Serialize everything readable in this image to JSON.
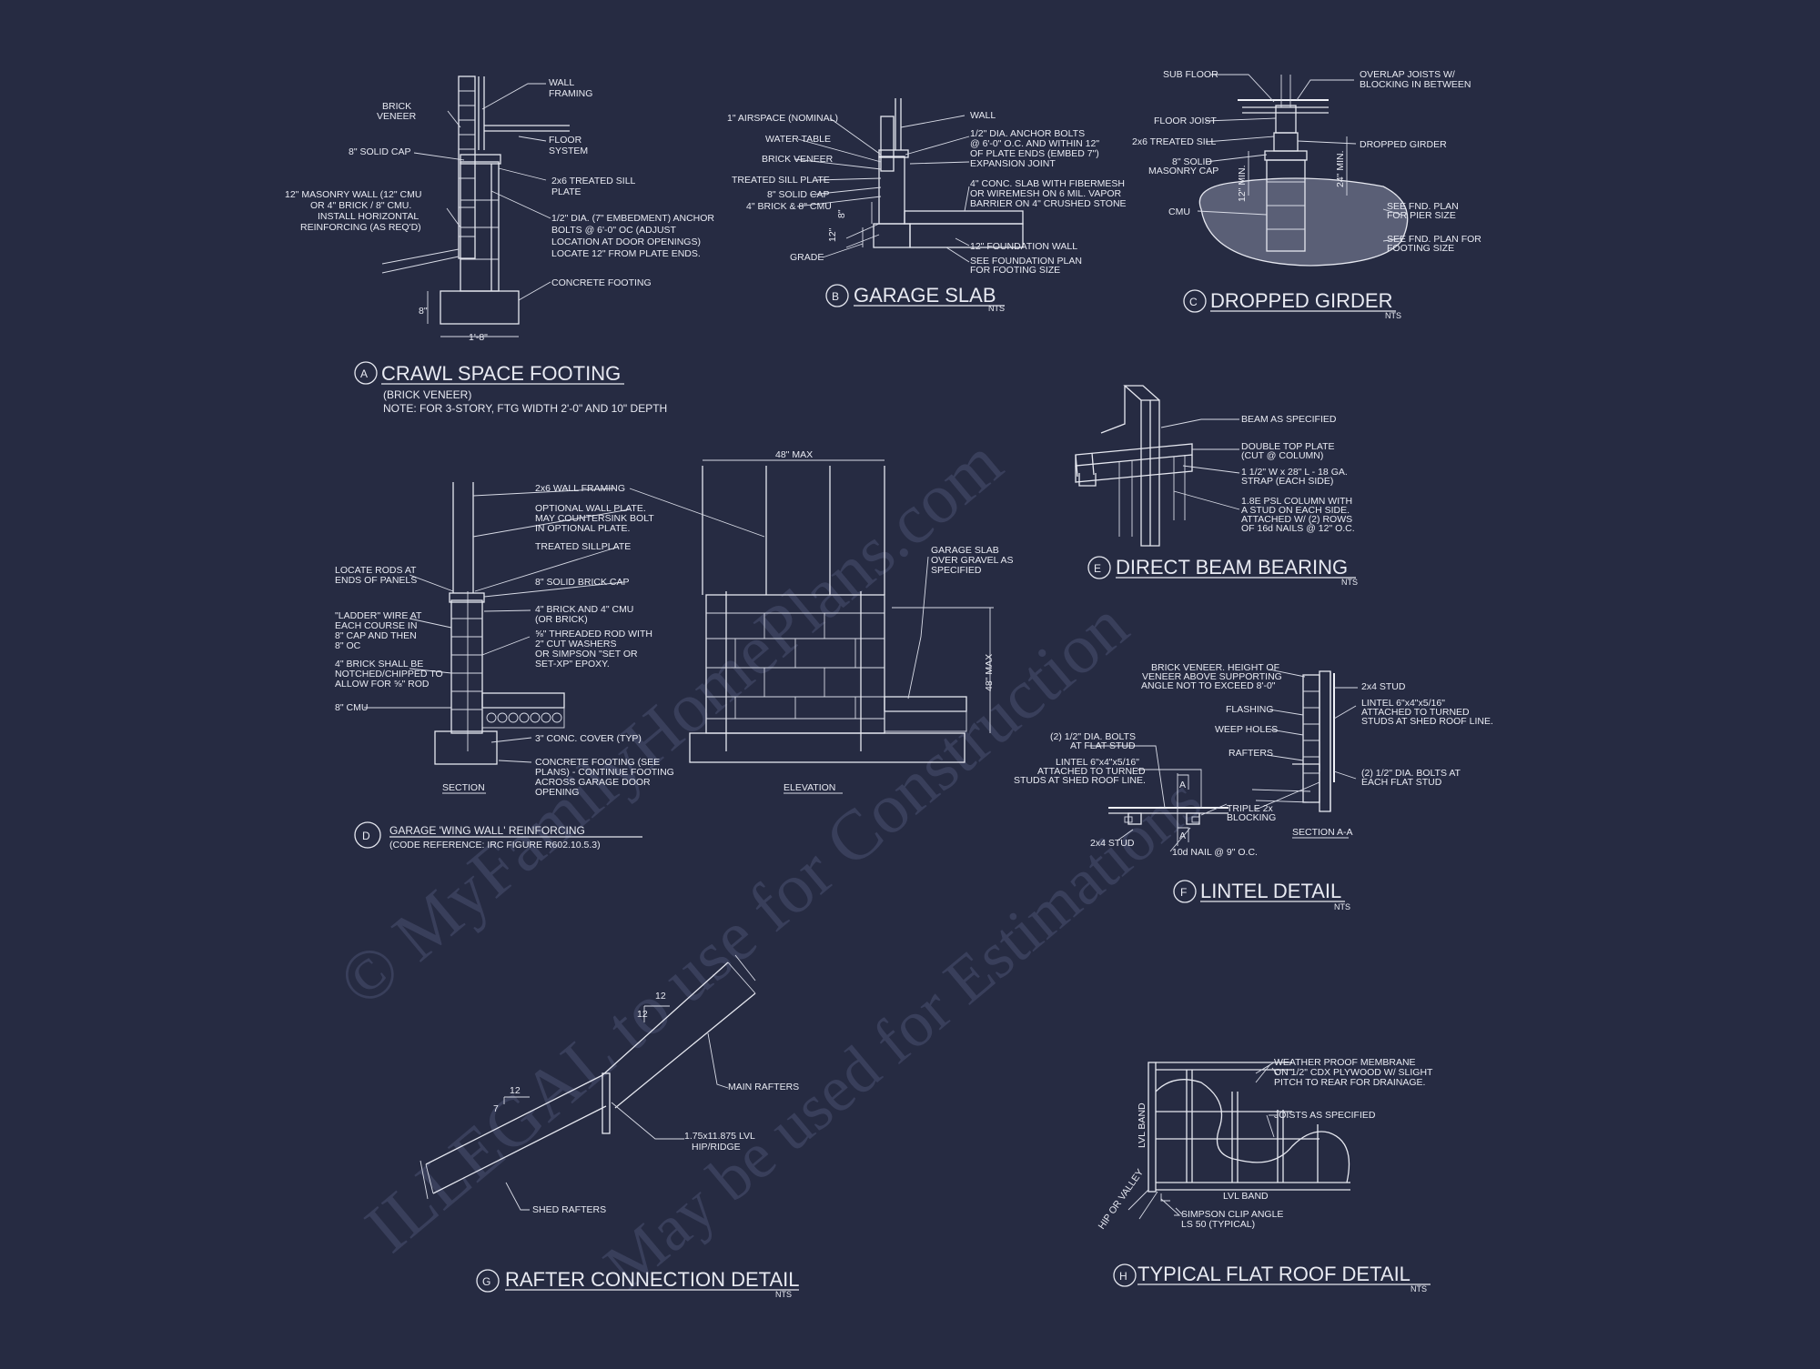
{
  "colors": {
    "background": "#262b42",
    "lines": "#e6e8f0",
    "watermark": "#4a5070"
  },
  "watermark": {
    "line1": "© MyFamilyHomePlans.com",
    "line2": "ILLEGAL to use for Construction",
    "line3": "May be used for Estimations"
  },
  "detailA": {
    "letter": "A",
    "title": "CRAWL SPACE FOOTING",
    "sub1": "(BRICK VENEER)",
    "sub2": "NOTE: FOR 3-STORY, FTG WIDTH 2'-0\" AND 10\" DEPTH",
    "labels": [
      "WALL",
      "FRAMING",
      "BRICK",
      "VENEER",
      "FLOOR",
      "SYSTEM",
      "8\" SOLID CAP",
      "2x6 TREATED SILL",
      "PLATE",
      "12\" MASONRY WALL (12\" CMU",
      "OR 4\" BRICK / 8\" CMU.",
      "INSTALL HORIZONTAL",
      "REINFORCING (AS REQ'D)",
      "1/2\" DIA. (7\" EMBEDMENT) ANCHOR",
      "BOLTS @ 6'-0\" OC (ADJUST",
      "LOCATION AT DOOR OPENINGS)",
      "LOCATE 12\" FROM PLATE ENDS.",
      "CONCRETE FOOTING",
      "8\"",
      "1'-8\""
    ]
  },
  "detailB": {
    "letter": "B",
    "title": "GARAGE SLAB",
    "nts": "NTS",
    "labels": [
      "1\" AIRSPACE (NOMINAL)",
      "WATER TABLE",
      "BRICK VENEER",
      "TREATED SILL PLATE",
      "8\" SOLID CAP",
      "4\" BRICK & 8\" CMU",
      "GRADE",
      "WALL",
      "1/2\" DIA. ANCHOR BOLTS",
      "@ 6'-0\" O.C. AND WITHIN 12\"",
      "OF PLATE ENDS (EMBED 7\")",
      "EXPANSION JOINT",
      "4\" CONC. SLAB WITH FIBERMESH",
      "OR WIREMESH ON 6 MIL. VAPOR",
      "BARRIER ON 4\" CRUSHED STONE",
      "12\" FOUNDATION WALL",
      "SEE FOUNDATION PLAN",
      "FOR FOOTING SIZE",
      "12\"",
      "8\""
    ]
  },
  "detailC": {
    "letter": "C",
    "title": "DROPPED GIRDER",
    "nts": "NTS",
    "labels": [
      "SUB FLOOR",
      "OVERLAP JOISTS W/",
      "BLOCKING IN BETWEEN",
      "FLOOR JOIST",
      "2x6 TREATED SILL",
      "DROPPED GIRDER",
      "8\" SOLID",
      "MASONRY CAP",
      "CMU",
      "SEE FND. PLAN",
      "FOR PIER SIZE",
      "SEE FND. PLAN FOR",
      "FOOTING SIZE",
      "12\" MIN.",
      "24\" MIN."
    ]
  },
  "detailD": {
    "letter": "D",
    "title": "GARAGE 'WING WALL' REINFORCING",
    "sub": "(CODE REFERENCE: IRC FIGURE R602.10.5.3)",
    "section": "SECTION",
    "elevation": "ELEVATION",
    "max1": "48\" MAX",
    "max2": "48\" MAX",
    "labels": [
      "2x6 WALL FRAMING",
      "OPTIONAL WALL PLATE.",
      "MAY COUNTERSINK BOLT",
      "IN OPTIONAL PLATE.",
      "TREATED SILLPLATE",
      "8\" SOLID BRICK CAP",
      "4\" BRICK AND 4\" CMU",
      "(OR BRICK)",
      "⅝\" THREADED ROD WITH",
      "2\" CUT WASHERS",
      "OR SIMPSON \"SET OR",
      "SET-XP\" EPOXY.",
      "3\" CONC. COVER (TYP)",
      "CONCRETE FOOTING (SEE",
      "PLANS) - CONTINUE FOOTING",
      "ACROSS GARAGE DOOR",
      "OPENING",
      "LOCATE RODS AT",
      "ENDS OF PANELS",
      "\"LADDER\" WIRE AT",
      "EACH COURSE IN",
      "8\" CAP AND THEN",
      "8\" OC",
      "4\" BRICK SHALL BE",
      "NOTCHED/CHIPPED TO",
      "ALLOW FOR ⅝\" ROD",
      "8\" CMU",
      "GARAGE SLAB",
      "OVER GRAVEL AS",
      "SPECIFIED"
    ]
  },
  "detailE": {
    "letter": "E",
    "title": "DIRECT BEAM BEARING",
    "nts": "NTS",
    "labels": [
      "BEAM AS SPECIFIED",
      "DOUBLE TOP PLATE",
      "(CUT @ COLUMN)",
      "1 1/2\" W x 28\" L - 18 GA.",
      "STRAP (EACH SIDE)",
      "1.8E PSL COLUMN WITH",
      "A STUD ON EACH SIDE.",
      "ATTACHED W/ (2) ROWS",
      "OF 16d NAILS @ 12\" O.C."
    ]
  },
  "detailF": {
    "letter": "F",
    "title": "LINTEL DETAIL",
    "nts": "NTS",
    "sectionAA": "SECTION A-A",
    "labels": [
      "BRICK VENEER. HEIGHT OF",
      "VENEER ABOVE SUPPORTING",
      "ANGLE NOT TO EXCEED 8'-0\"",
      "FLASHING",
      "WEEP HOLES",
      "RAFTERS",
      "(2) 1/2\" DIA. BOLTS",
      "AT FLAT STUD",
      "LINTEL 6\"x4\"x5/16\"",
      "ATTACHED TO TURNED",
      "STUDS AT SHED ROOF LINE.",
      "TRIPLE 2x",
      "BLOCKING",
      "2x4 STUD",
      "10d NAIL @ 9\" O.C.",
      "A",
      "A",
      "2x4 STUD",
      "LINTEL 6\"x4\"x5/16\"",
      "ATTACHED TO TURNED",
      "STUDS AT SHED ROOF LINE.",
      "(2) 1/2\" DIA. BOLTS AT",
      "EACH FLAT STUD"
    ]
  },
  "detailG": {
    "letter": "G",
    "title": "RAFTER CONNECTION DETAIL",
    "nts": "NTS",
    "labels": [
      "MAIN RAFTERS",
      "1.75x11.875 LVL",
      "HIP/RIDGE",
      "SHED RAFTERS",
      "12",
      "12",
      "12",
      "7"
    ]
  },
  "detailH": {
    "letter": "H",
    "title": "TYPICAL FLAT ROOF DETAIL",
    "nts": "NTS",
    "labels": [
      "WEATHER PROOF MEMBRANE",
      "ON 1/2\" CDX PLYWOOD W/ SLIGHT",
      "PITCH TO REAR FOR DRAINAGE.",
      "JOISTS AS SPECIFIED",
      "LVL BAND",
      "LVL BAND",
      "HIP OR VALLEY",
      "SIMPSON CLIP ANGLE",
      "LS 50 (TYPICAL)"
    ]
  }
}
